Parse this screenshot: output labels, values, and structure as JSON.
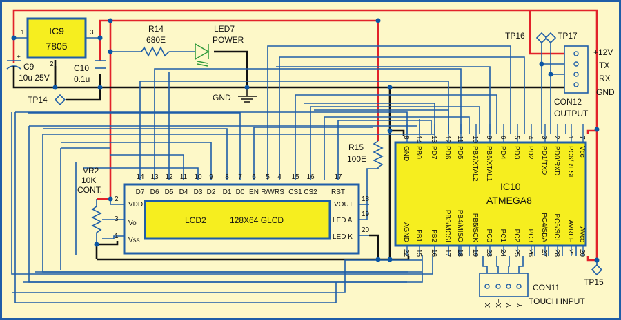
{
  "title": "ATMEGA8 GLCD touch controller schematic",
  "colors": {
    "background": "#fdf8c8",
    "wire": "#1f5ea8",
    "power": "#e2222a",
    "ground": "#111111",
    "chip": "#f6ee1f",
    "led": "#2f9a3a"
  },
  "ic9": {
    "ref": "IC9",
    "part": "7805",
    "pins": [
      "1",
      "2",
      "3"
    ]
  },
  "c9": {
    "ref": "C9",
    "value": "10u 25V"
  },
  "c10": {
    "ref": "C10",
    "value": "0.1u"
  },
  "tp14": "TP14",
  "r14": {
    "ref": "R14",
    "value": "680E"
  },
  "led7": {
    "ref": "LED7",
    "label": "POWER"
  },
  "gnd": "GND",
  "tp16": "TP16",
  "tp17": "TP17",
  "tp15": "TP15",
  "con12": {
    "ref": "CON12",
    "label": "OUTPUT",
    "pins": [
      "+12V",
      "TX",
      "RX",
      "GND"
    ]
  },
  "r15": {
    "ref": "R15",
    "value": "100E"
  },
  "vr2": {
    "ref": "VR2",
    "value": "10K",
    "label": "CONT.",
    "pins": [
      "2",
      "3",
      "1"
    ]
  },
  "lcd": {
    "ref": "LCD2",
    "desc": "128X64 GLCD",
    "top_pins": [
      {
        "num": "14",
        "name": "D7"
      },
      {
        "num": "13",
        "name": "D6"
      },
      {
        "num": "12",
        "name": "D5"
      },
      {
        "num": "11",
        "name": "D4"
      },
      {
        "num": "10",
        "name": "D3"
      },
      {
        "num": "9",
        "name": "D2"
      },
      {
        "num": "8",
        "name": "D1"
      },
      {
        "num": "7",
        "name": "D0"
      },
      {
        "num": "6",
        "name": "EN"
      },
      {
        "num": "5",
        "name": "R/W"
      },
      {
        "num": "4",
        "name": "RS"
      },
      {
        "num": "15",
        "name": "CS1"
      },
      {
        "num": "16",
        "name": "CS2"
      },
      {
        "num": "17",
        "name": "RST"
      }
    ],
    "left_pins": [
      {
        "num": "2",
        "name": "VDD"
      },
      {
        "num": "3",
        "name": "Vo"
      },
      {
        "num": "1",
        "name": "Vss"
      }
    ],
    "right_pins": [
      {
        "num": "18",
        "name": "VOUT"
      },
      {
        "num": "19",
        "name": "LED A"
      },
      {
        "num": "20",
        "name": "LED K"
      }
    ]
  },
  "ic10": {
    "ref": "IC10",
    "part": "ATMEGA8",
    "top_pins": [
      {
        "num": "8",
        "name": "GND"
      },
      {
        "num": "14",
        "name": "PB0"
      },
      {
        "num": "13",
        "name": "PD7"
      },
      {
        "num": "12",
        "name": "PD6"
      },
      {
        "num": "11",
        "name": "PD5"
      },
      {
        "num": "10",
        "name": "PB7/XTAL2"
      },
      {
        "num": "9",
        "name": "PB6/XTAL1"
      },
      {
        "num": "6",
        "name": "PD4"
      },
      {
        "num": "5",
        "name": "PD3"
      },
      {
        "num": "4",
        "name": "PD2"
      },
      {
        "num": "3",
        "name": "PD1/TXD"
      },
      {
        "num": "2",
        "name": "PD0/RXD"
      },
      {
        "num": "1",
        "name": "PC6/RESET"
      },
      {
        "num": "7",
        "name": "Vcc"
      }
    ],
    "bottom_pins": [
      {
        "num": "22",
        "name": "AGND"
      },
      {
        "num": "15",
        "name": "PB1"
      },
      {
        "num": "16",
        "name": "PB2"
      },
      {
        "num": "17",
        "name": "PB3/MOSI"
      },
      {
        "num": "18",
        "name": "PB4/MISO"
      },
      {
        "num": "19",
        "name": "PB5/SCK"
      },
      {
        "num": "23",
        "name": "PC0"
      },
      {
        "num": "24",
        "name": "PC1"
      },
      {
        "num": "25",
        "name": "PC2"
      },
      {
        "num": "26",
        "name": "PC3"
      },
      {
        "num": "27",
        "name": "PC4/SDA"
      },
      {
        "num": "28",
        "name": "PC5/SCL"
      },
      {
        "num": "21",
        "name": "AVREF"
      },
      {
        "num": "20",
        "name": "AVcc"
      }
    ]
  },
  "con11": {
    "ref": "CON11",
    "label": "TOUCH INPUT",
    "pins": [
      "X",
      "X−",
      "Y−",
      "Y"
    ]
  }
}
